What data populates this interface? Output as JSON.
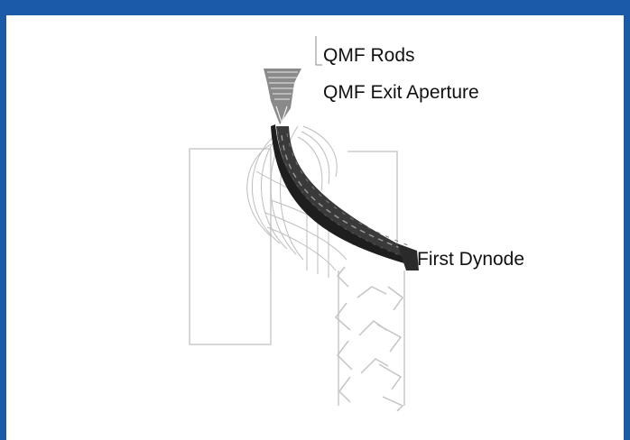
{
  "header": {
    "title": "",
    "bar_color": "#1b5aa6"
  },
  "diagram": {
    "labels": {
      "qmf_rods": "QMF Rods",
      "qmf_exit_aperture": "QMF Exit Aperture",
      "first_dynode": "First Dynode"
    },
    "colors": {
      "frame": "#1b5aa6",
      "outline": "#cfcfcf",
      "beam": "#222222",
      "leader_line": "#888888"
    }
  }
}
